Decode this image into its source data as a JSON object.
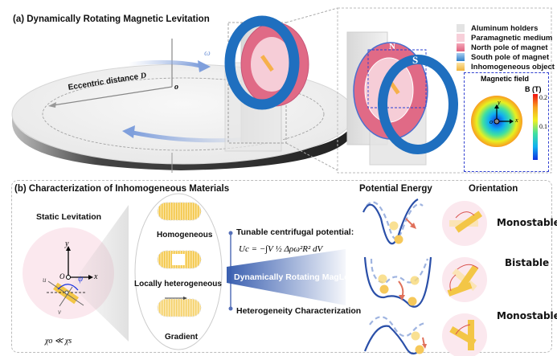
{
  "panel_a": {
    "title": "(a) Dynamically Rotating Magnetic Levitation",
    "eccentric_label": "Eccentric distance",
    "eccentric_symbol": "D",
    "origin_label": "o",
    "omega_label": "ω",
    "north_label": "N",
    "south_label": "S",
    "legend": [
      {
        "label": "Aluminum holders",
        "color": "#e3e3e3"
      },
      {
        "label": "Paramagnetic medium",
        "color": "#f7cfd9"
      },
      {
        "label": "North pole of magnet",
        "color": "#ea6f8b"
      },
      {
        "label": "South pole of magnet",
        "color": "#2f7fc8"
      },
      {
        "label": "Inhomogeneous object",
        "color": "#f6c85a"
      }
    ],
    "field_inset": {
      "title": "Magnetic field",
      "colorbar_label": "B (T)",
      "colorbar_ticks": [
        "0.2",
        "0.1"
      ],
      "axis_x": "x",
      "axis_y": "y",
      "origin": "o"
    }
  },
  "panel_b": {
    "title": "(b) Characterization of Inhomogeneous Materials",
    "static_title": "Static Levitation",
    "axes": {
      "x": "x",
      "y": "y",
      "o": "O",
      "u": "u",
      "v": "v",
      "psi": "ψ"
    },
    "chi_relation": "χo ≪ χs",
    "materials": [
      "Homogeneous",
      "Locally heterogeneous",
      "Gradient"
    ],
    "tunable_label": "Tunable centrifugal potential:",
    "equation": "Uc = −∫V ½ Δρω²R² dV",
    "banner_label": "Dynamically Rotating MagLev",
    "heterogeneity_label": "Heterogeneity Characterization",
    "potential_header": "Potential Energy",
    "orientation_header": "Orientation",
    "orientations": [
      "Monostable",
      "Bistable",
      "Monostable"
    ]
  },
  "colors": {
    "blue_accent": "#3a5fb0",
    "curve_blue": "#2a4fa8",
    "pink_bg": "#fbe8ee",
    "gold": "#f6c85a",
    "arrow_red": "#e0705a"
  }
}
